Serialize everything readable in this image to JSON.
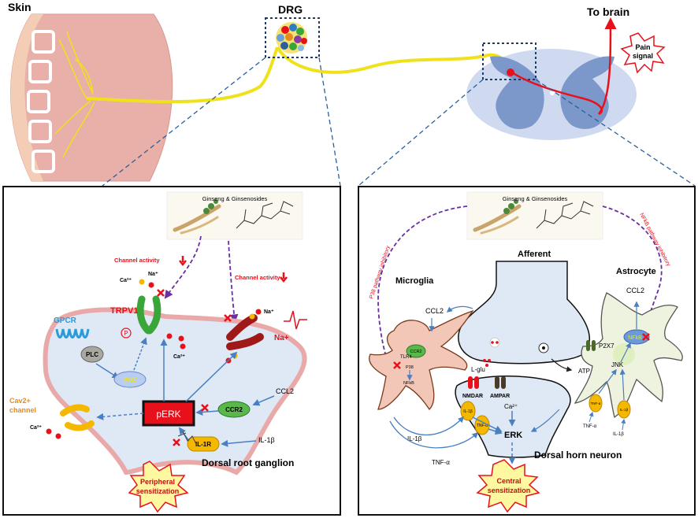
{
  "top": {
    "skin": "Skin",
    "drg": "DRG",
    "to_brain": "To brain",
    "pain_signal_1": "Pain",
    "pain_signal_2": "signal"
  },
  "left_panel": {
    "ginseng": "Ginseng & Ginsenosides",
    "channel_activity_1": "Channel activity",
    "channel_activity_2": "Channel activity",
    "na_small": "Na⁺",
    "ca_small_1": "Ca²⁺",
    "ca_small_2": "Ca²⁺",
    "ca_small_3": "Ca²⁺",
    "na_big": "Na+",
    "trpv1": "TRPV1",
    "p": "P",
    "gpcr": "GPCR",
    "plc": "PLC",
    "pkc": "PKC",
    "cav_1": "Cav2+",
    "cav_2": "channel",
    "perk": "pERK",
    "ccr2": "CCR2",
    "ccl2": "CCL2",
    "il1r": "IL-1R",
    "il1b": "IL-1β",
    "drg_full": "Dorsal root ganglion",
    "peripheral_1": "Peripheral",
    "peripheral_2": "sensitization"
  },
  "right_panel": {
    "ginseng": "Ginseng & Ginsenosides",
    "afferent": "Afferent",
    "microglia": "Microglia",
    "astrocyte": "Astrocyte",
    "p38_inhib": "P38 pathway inhibitory",
    "nfkb_inhib": "NFkB pathway inhibitory",
    "ccl2_left": "CCL2",
    "ccl2_right": "CCL2",
    "ccr2": "CCR2",
    "tlr4": "TLR4",
    "p38": "P38",
    "nfkb_small": "NFkB",
    "lglu": "L-glu",
    "nmdar": "NMDAR",
    "ampar": "AMPAR",
    "atp": "ATP",
    "p2x7": "P2X7",
    "nfkb_astro": "NFkB",
    "jnk": "JNK",
    "il1b_left": "IL-1β",
    "tnfa_left": "TNF-α",
    "il1b_recept": "IL-1β",
    "tnf_recept": "TNF-α",
    "ca2": "Ca²⁺",
    "erk": "ERK",
    "dhn": "Dorsal horn neuron",
    "tnf_small": "TNF-α",
    "il1b_small": "IL-1β",
    "tnfa_astro": "TNF-α",
    "il1b_astro": "IL-1β",
    "central_1": "Central",
    "central_2": "sensitization"
  },
  "colors": {
    "nerve": "#f0e21a",
    "skin": "#e8b0a8",
    "cell_fill": "#dfe8f5",
    "membrane": "#e9a9a9",
    "red": "#e8101a",
    "blue_arrow": "#4a7fc1",
    "purple": "#6a2fa0",
    "green_receptor": "#3aa63a"
  }
}
